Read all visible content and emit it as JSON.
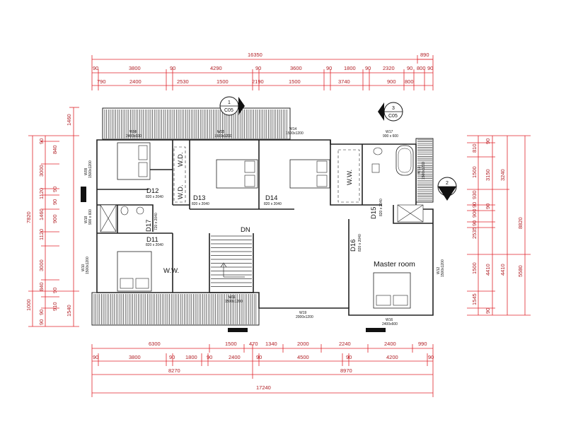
{
  "dimensions": {
    "top_overall": "16350",
    "top_overall_right": "890",
    "top_row2": [
      "90",
      "3800",
      "90",
      "4290",
      "90",
      "3600",
      "90",
      "1800",
      "90",
      "2320",
      "90",
      "800",
      "90"
    ],
    "top_row3": [
      "790",
      "2400",
      "2530",
      "1500",
      "2190",
      "1500",
      "3740",
      "900",
      "800"
    ],
    "bottom_row1": [
      "6300",
      "1500",
      "470",
      "1340",
      "2000",
      "2240",
      "2400",
      "990"
    ],
    "bottom_row2": [
      "90",
      "3800",
      "90",
      "1800",
      "90",
      "2400",
      "90",
      "4500",
      "90",
      "4200",
      "90"
    ],
    "bottom_row3": [
      "8270",
      "8970"
    ],
    "bottom_overall": "17240",
    "left_col1": [
      "1460",
      "7820",
      "1000",
      "1540"
    ],
    "left_col2": [
      "90",
      "840",
      "3000",
      "90",
      "1120",
      "90",
      "1460",
      "900",
      "1120",
      "3000",
      "90",
      "840",
      "90",
      "910",
      "90"
    ],
    "right_col1": [
      "810",
      "1500",
      "930",
      "90",
      "900",
      "90",
      "2535",
      "1500",
      "1545"
    ],
    "right_col2": [
      "90",
      "3150",
      "90",
      "4410",
      "90"
    ],
    "right_col3": [
      "3240",
      "4410"
    ],
    "right_col4": [
      "8820",
      "5580"
    ]
  },
  "doors": [
    {
      "id": "D12",
      "size": "820 x 2040"
    },
    {
      "id": "D13",
      "size": "820 x 2040"
    },
    {
      "id": "D14",
      "size": "820 x 2040"
    },
    {
      "id": "D15",
      "size": "820 x 2040"
    },
    {
      "id": "D16",
      "size": "820 x 2040"
    },
    {
      "id": "D17",
      "size": "720 x 2040"
    },
    {
      "id": "D11",
      "size": "820 x 2040"
    }
  ],
  "windows": [
    {
      "id": "W08",
      "size": "2400x600"
    },
    {
      "id": "W15",
      "size": "1500x1200"
    },
    {
      "id": "W14",
      "size": "1500x1200"
    },
    {
      "id": "W17",
      "size": "900 x 600"
    },
    {
      "id": "W09",
      "size": "1500x1200"
    },
    {
      "id": "W13",
      "size": "1500x1200"
    },
    {
      "id": "W18",
      "size": "900 x 600"
    },
    {
      "id": "W10",
      "size": "1500x1200"
    },
    {
      "id": "W11",
      "size": "1500x1200"
    },
    {
      "id": "W19",
      "size": "2000x1200"
    },
    {
      "id": "W16",
      "size": "2400x600"
    },
    {
      "id": "W12",
      "size": "1500x1200"
    }
  ],
  "labels": {
    "wd1": "W.D.",
    "wd2": "W.D.",
    "ww1": "W.W.",
    "ww2": "W.W.",
    "dn": "DN",
    "master": "Master room"
  },
  "section_tags": [
    {
      "num": "1",
      "ref": "C05"
    },
    {
      "num": "3",
      "ref": "C05"
    },
    {
      "num": "2",
      "ref": "C05"
    }
  ]
}
